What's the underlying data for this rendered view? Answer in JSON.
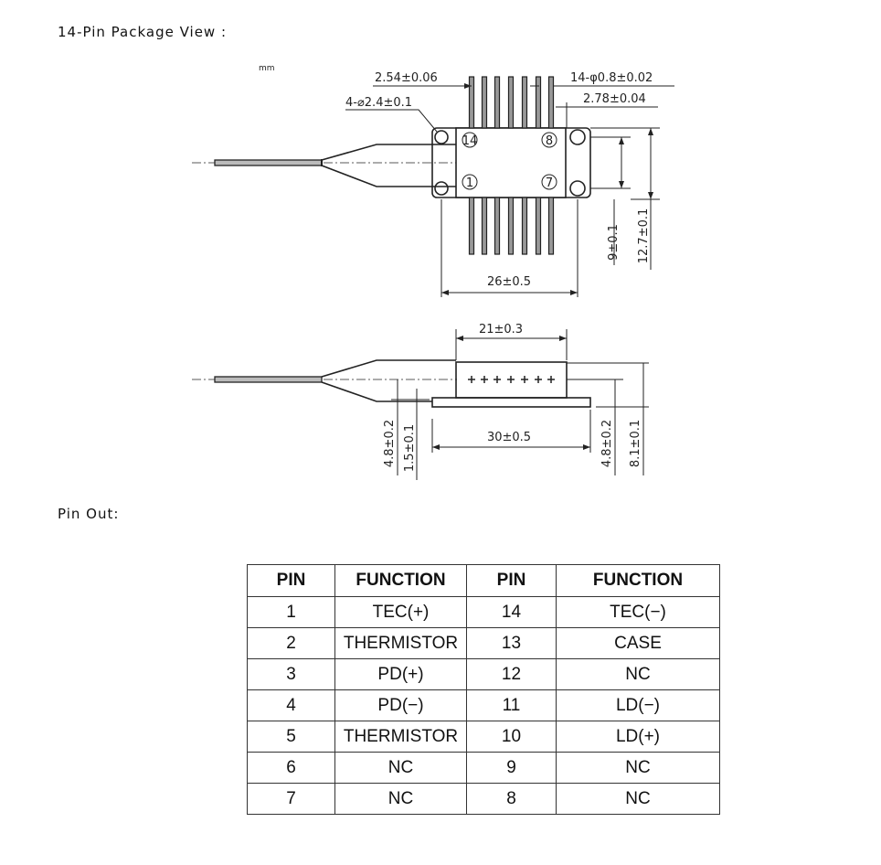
{
  "package_heading": "14-Pin Package View :",
  "pinout_heading": "Pin Out:",
  "drawing": {
    "unit": "mm",
    "top_view": {
      "pin_pitch": "2.54±0.06",
      "hole_dia": "4-⌀2.4±0.1",
      "pin_dia": "14-φ0.8±0.02",
      "edge_to_pin": "2.78±0.04",
      "hole_spacing_width": "26±0.5",
      "hole_spacing_height": "9±0.1",
      "body_height": "12.7±0.1",
      "pin_labels": [
        "14",
        "8",
        "1",
        "7"
      ]
    },
    "side_view": {
      "body_length": "21±0.3",
      "base_length": "30±0.5",
      "fiber_height_left": "4.8±0.2",
      "base_thickness": "1.5±0.1",
      "fiber_height_right": "4.8±0.2",
      "total_height": "8.1±0.1"
    }
  },
  "pin_table": {
    "headers": [
      "PIN",
      "FUNCTION",
      "PIN",
      "FUNCTION"
    ],
    "rows": [
      [
        "1",
        "TEC(+)",
        "14",
        "TEC(−)"
      ],
      [
        "2",
        "THERMISTOR",
        "13",
        "CASE"
      ],
      [
        "3",
        "PD(+)",
        "12",
        "NC"
      ],
      [
        "4",
        "PD(−)",
        "11",
        "LD(−)"
      ],
      [
        "5",
        "THERMISTOR",
        "10",
        "LD(+)"
      ],
      [
        "6",
        "NC",
        "9",
        "NC"
      ],
      [
        "7",
        "NC",
        "8",
        "NC"
      ]
    ]
  }
}
